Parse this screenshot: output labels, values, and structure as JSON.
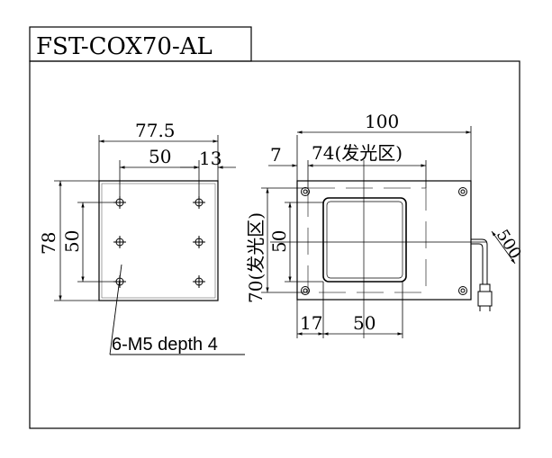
{
  "title": "FST-COX70-AL",
  "left_view": {
    "dim_width_total": "77.5",
    "dim_hole_spacing_x": "50",
    "dim_hole_edge_x": "13",
    "dim_height_total": "78",
    "dim_hole_spacing_y": "50",
    "callout": "6-M5 depth 4"
  },
  "right_view": {
    "dim_width_total": "100",
    "dim_emit_width": "74(发光区)",
    "dim_emit_offset": "7",
    "dim_height_total": "70(发光区)",
    "dim_height_inner": "50",
    "dim_bottom_offset": "17",
    "dim_bottom_spacing": "50",
    "dim_cable": "500"
  }
}
